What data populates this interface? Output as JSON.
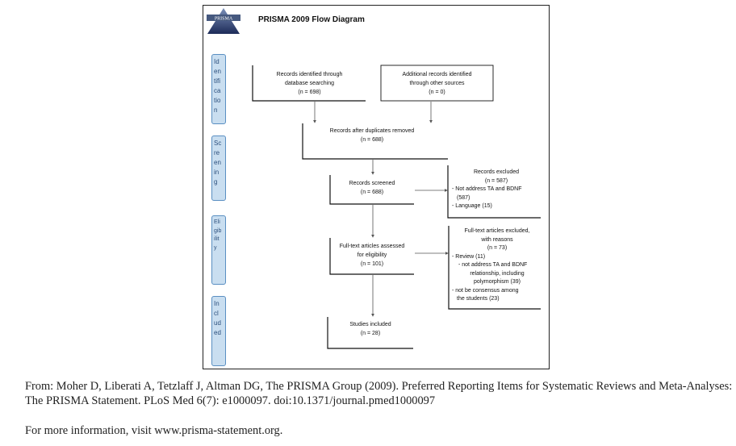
{
  "diagram": {
    "title": "PRISMA 2009 Flow Diagram",
    "logo_text": "PRISMA",
    "stages": [
      {
        "id": "identification",
        "lines": [
          "Id",
          "en",
          "tifi",
          "ca",
          "tio",
          "n"
        ]
      },
      {
        "id": "screening",
        "lines": [
          "Sc",
          "re",
          "en",
          "in",
          "g"
        ]
      },
      {
        "id": "eligibility",
        "lines": [
          "Eli",
          "gib",
          "ilit",
          "y"
        ]
      },
      {
        "id": "included",
        "lines": [
          "In",
          "cl",
          "ud",
          "ed"
        ]
      }
    ],
    "boxes": {
      "db_search": [
        "Records identified through",
        "database searching",
        "(n = 698)"
      ],
      "other_sources": [
        "Additional records identified",
        "through other sources",
        "(n = 0)"
      ],
      "dedup": [
        "Records after duplicates removed",
        "(n = 688)"
      ],
      "screened": [
        "Records screened",
        "(n = 688)"
      ],
      "excluded": [
        "Records excluded",
        "(n = 587)",
        "- Not address TA and BDNF",
        "(587)",
        "- Language (15)"
      ],
      "fulltext": [
        "Full-text articles assessed",
        "for eligibility",
        "(n = 101)"
      ],
      "fulltext_excluded": [
        "Full-text articles excluded,",
        "with reasons",
        "(n = 73)",
        "- Review (11)",
        "- not address TA and BDNF",
        "relationship, including",
        "polymorphism (39)",
        "- not be consensus among",
        "the students (23)"
      ],
      "included": [
        "Studies included",
        "(n = 28)"
      ]
    }
  },
  "citation": "From: Moher D, Liberati A, Tetzlaff J, Altman DG, The PRISMA Group (2009). Preferred Reporting Items for Systematic Reviews and Meta-Analyses: The PRISMA Statement. PLoS Med 6(7): e1000097. doi:10.1371/journal.pmed1000097",
  "more_info": "For more information, visit www.prisma-statement.org."
}
